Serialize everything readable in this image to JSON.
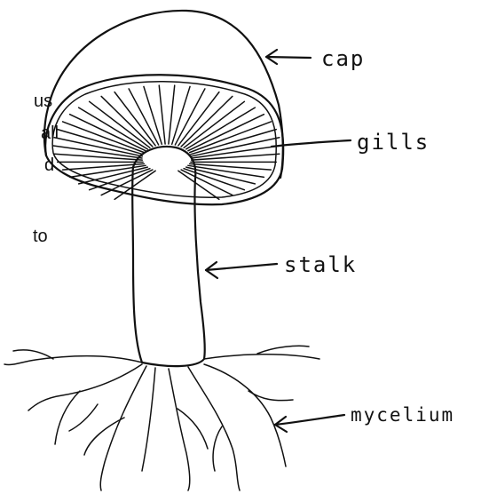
{
  "clipped_text_fragments": [
    "us",
    "all",
    "d",
    "to"
  ],
  "labels": {
    "cap": "cap",
    "gills": "gills",
    "stalk": "stalk",
    "mycelium": "mycelium"
  },
  "colors": {
    "ink": "#111111",
    "background": "#ffffff"
  }
}
